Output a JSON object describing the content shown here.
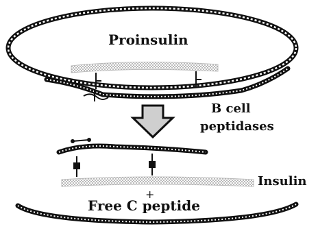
{
  "diagram": {
    "proinsulin_label": "Proinsulin",
    "enzyme_label_line1": "B cell",
    "enzyme_label_line2": "peptidases",
    "insulin_label": "Insulin",
    "plus_sign": "+",
    "free_c_peptide_label": "Free C peptide"
  },
  "colors": {
    "ink": "#111111",
    "dotted_chain": "#9a9a9a",
    "arrow_fill": "#cfcfcf"
  }
}
